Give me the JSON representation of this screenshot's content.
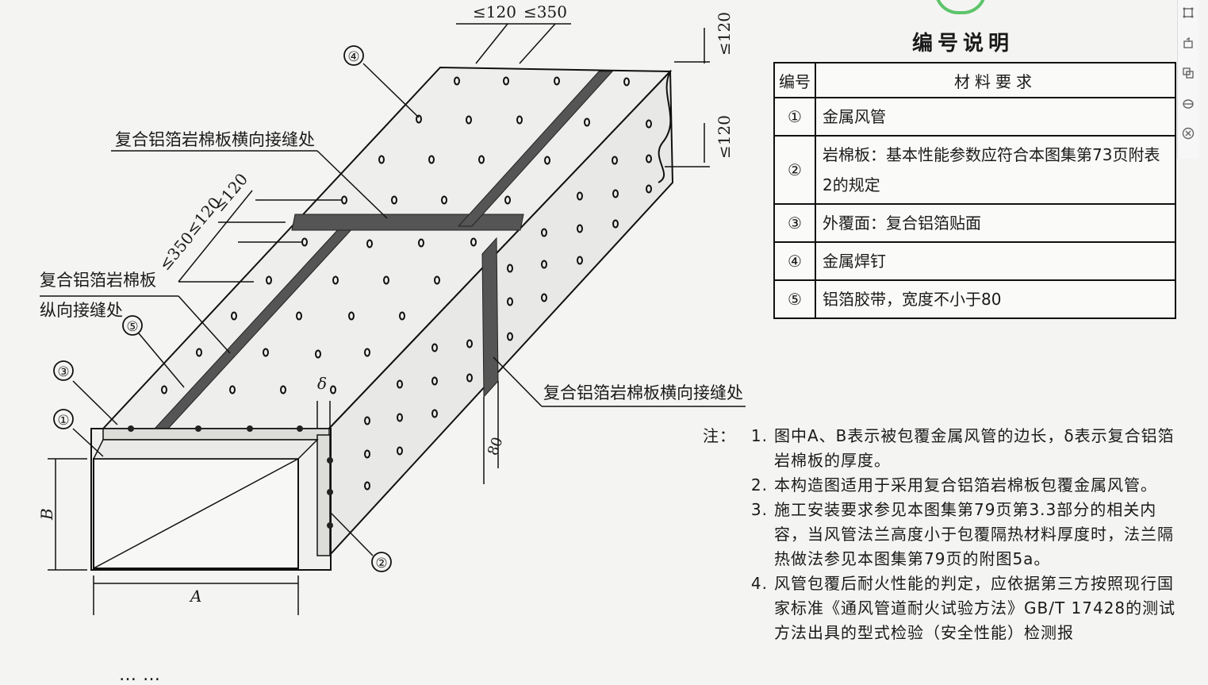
{
  "legend": {
    "title": "编号说明",
    "header_num": "编号",
    "header_req": "材料要求",
    "rows": [
      {
        "num": "①",
        "text": "金属风管"
      },
      {
        "num": "②",
        "text": "岩棉板：基本性能参数应符合本图集第73页附表2的规定"
      },
      {
        "num": "③",
        "text": "外覆面：复合铝箔贴面"
      },
      {
        "num": "④",
        "text": "金属焊钉"
      },
      {
        "num": "⑤",
        "text": "铝箔胶带，宽度不小于80"
      }
    ]
  },
  "drawing": {
    "label_transverse_top": "复合铝箔岩棉板横向接缝处",
    "label_longitudinal_1": "复合铝箔岩棉板",
    "label_longitudinal_2": "纵向接缝处",
    "label_transverse_bottom": "复合铝箔岩棉板横向接缝处",
    "dim_top_1": "≤120",
    "dim_top_2": "≤350",
    "dim_right_1": "≤120",
    "dim_right_2": "≤120",
    "dim_left_1": "≤120",
    "dim_left_2": "≤120",
    "dim_left_3": "≤350",
    "dim_tape": "80",
    "dim_delta": "δ",
    "dim_A": "A",
    "dim_B": "B",
    "callouts": [
      "①",
      "②",
      "③",
      "④",
      "⑤"
    ]
  },
  "notes": {
    "lead": "注：",
    "items": [
      {
        "num": "1.",
        "text": "图中A、B表示被包覆金属风管的边长，δ表示复合铝箔岩棉板的厚度。"
      },
      {
        "num": "2.",
        "text": "本构造图适用于采用复合铝箔岩棉板包覆金属风管。"
      },
      {
        "num": "3.",
        "text": "施工安装要求参见本图集第79页第3.3部分的相关内容，当风管法兰高度小于包覆隔热材料厚度时，法兰隔热做法参见本图集第79页的附图5a。"
      },
      {
        "num": "4.",
        "text": "风管包覆后耐火性能的判定，应依据第三方按照现行国家标准《通风管道耐火试验方法》GB/T 17428的测试方法出具的型式检验（安全性能）检测报"
      }
    ]
  },
  "bottom_partial": "……",
  "toolbar": {
    "icons": [
      "crop-icon",
      "rotate-icon",
      "copy-icon",
      "eraser-icon",
      "close-icon"
    ]
  }
}
